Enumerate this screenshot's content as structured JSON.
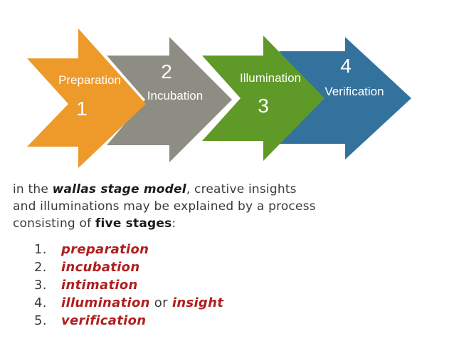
{
  "diagram": {
    "stages": [
      {
        "label": "Preparation",
        "number": "1",
        "color": "#ee9a2b"
      },
      {
        "label": "Incubation",
        "number": "2",
        "color": "#8d8d83"
      },
      {
        "label": "Illumination",
        "number": "3",
        "color": "#5f9a28"
      },
      {
        "label": "Verification",
        "number": "4",
        "color": "#34729e"
      }
    ]
  },
  "text": {
    "p1": "in the ",
    "model": "wallas stage model",
    "p2": ", creative insights",
    "p3": "and illuminations may be explained by a process",
    "p4": "consisting of ",
    "five": "five stages",
    "p5": ":"
  },
  "list": [
    {
      "num": "1.",
      "term": "preparation"
    },
    {
      "num": "2.",
      "term": "incubation"
    },
    {
      "num": "3.",
      "term": "intimation"
    },
    {
      "num": "4.",
      "term": "illumination",
      "connector": " or ",
      "term2": "insight"
    },
    {
      "num": "5.",
      "term": "verification"
    }
  ],
  "colors": {
    "term_red": "#b01e1e"
  }
}
